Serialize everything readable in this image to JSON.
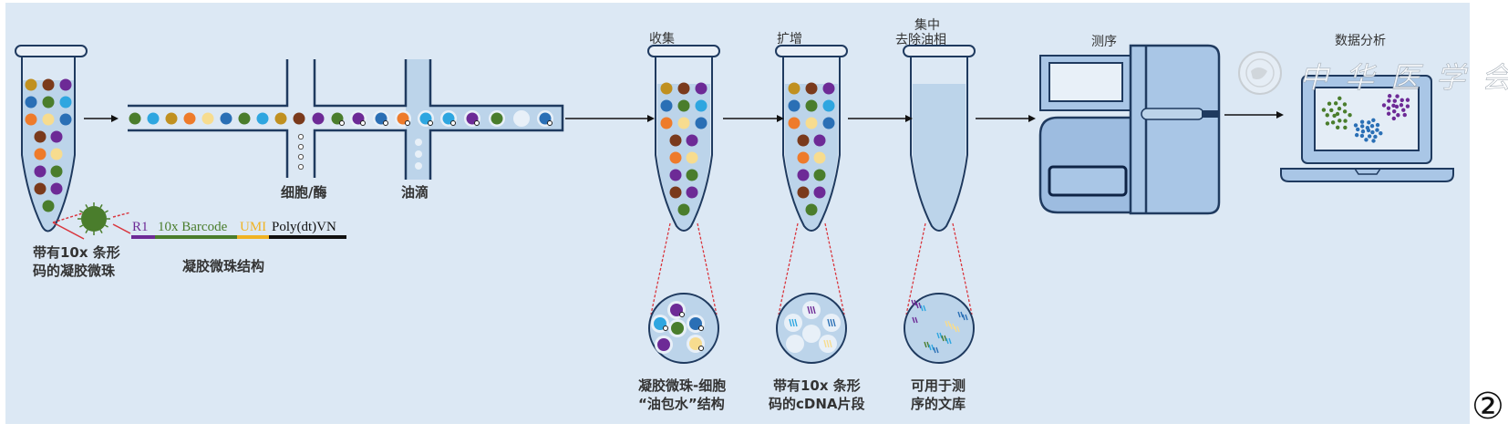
{
  "figure_marker": "②",
  "colors": {
    "panel_bg": "#dce8f4",
    "liquid": "#bcd4ea",
    "outline": "#1f3a5f",
    "red_dash": "#d9363e",
    "bead_palette": {
      "green": "#4a7d2c",
      "cyan": "#2ea6e0",
      "mustard": "#c09020",
      "orange": "#ee7b2b",
      "cream": "#f7dc8f",
      "blue": "#2a6fb5",
      "brown": "#7a3a1c",
      "purple": "#6d2a96"
    }
  },
  "step1": {
    "label_line1": "带有10x 条形",
    "label_line2": "码的凝胶微珠",
    "tube_beads": [
      "mustard",
      "brown",
      "purple",
      "blue",
      "green",
      "cyan",
      "orange",
      "cream",
      "blue",
      "brown",
      "purple",
      "orange",
      "cream",
      "purple",
      "green",
      "brown",
      "purple",
      "green"
    ]
  },
  "bead_structure": {
    "caption": "凝胶微珠结构",
    "segments": [
      {
        "text": "R1",
        "color": "#6d2a96"
      },
      {
        "text": "10x Barcode",
        "color": "#4a7d2c"
      },
      {
        "text": "UMI",
        "color": "#f0b323"
      },
      {
        "text": "Poly(dt)VN",
        "color": "#111111"
      }
    ]
  },
  "microfluidics": {
    "junction1_label": "细胞/酶",
    "junction2_label": "油滴",
    "channel_beads": [
      "green",
      "cyan",
      "mustard",
      "orange",
      "cream",
      "blue",
      "green",
      "cyan",
      "mustard",
      "brown",
      "purple",
      "green",
      "purple",
      "blue",
      "orange",
      "cyan",
      "cyan",
      "purple",
      "green",
      "empty",
      "blue"
    ]
  },
  "steps": [
    {
      "top_label": "收集",
      "bottom_line1": "凝胶微珠-细胞",
      "bottom_line2": "“油包水”结构"
    },
    {
      "top_label": "扩增",
      "bottom_line1": "带有10x 条形",
      "bottom_line2": "码的cDNA片段"
    },
    {
      "top_label_line1": "集中",
      "top_label_line2": "去除油相",
      "bottom_line1": "可用于测",
      "bottom_line2": "序的文库"
    }
  ],
  "sequencing": {
    "label": "测序"
  },
  "analysis": {
    "label": "数据分析"
  },
  "watermark": {
    "text": "中华医学会"
  }
}
